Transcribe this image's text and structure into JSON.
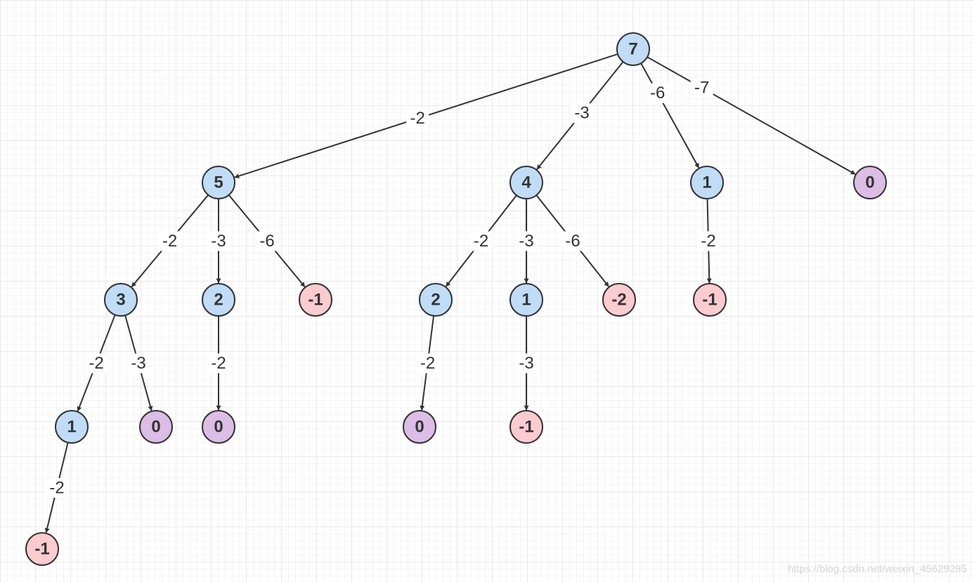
{
  "colors": {
    "positive": "#c0dcf7",
    "zero": "#dbbde6",
    "negative": "#fecbd0",
    "stroke": "#333333"
  },
  "tree": {
    "label": "7",
    "children": [
      {
        "edge": "-2",
        "label": "5",
        "children": [
          {
            "edge": "-2",
            "label": "3",
            "children": [
              {
                "edge": "-2",
                "label": "1",
                "children": [
                  {
                    "edge": "-2",
                    "label": "-1",
                    "children": []
                  }
                ]
              },
              {
                "edge": "-3",
                "label": "0",
                "children": []
              }
            ]
          },
          {
            "edge": "-3",
            "label": "2",
            "children": [
              {
                "edge": "-2",
                "label": "0",
                "children": []
              }
            ]
          },
          {
            "edge": "-6",
            "label": "-1",
            "children": []
          }
        ]
      },
      {
        "edge": "-3",
        "label": "4",
        "children": [
          {
            "edge": "-2",
            "label": "2",
            "children": [
              {
                "edge": "-2",
                "label": "0",
                "children": []
              }
            ]
          },
          {
            "edge": "-3",
            "label": "1",
            "children": [
              {
                "edge": "-3",
                "label": "-1",
                "children": []
              }
            ]
          },
          {
            "edge": "-6",
            "label": "-2",
            "children": []
          }
        ]
      },
      {
        "edge": "-6",
        "label": "1",
        "children": [
          {
            "edge": "-2",
            "label": "-1",
            "children": []
          }
        ]
      },
      {
        "edge": "-7",
        "label": "0",
        "children": []
      }
    ]
  },
  "watermark": "https://blog.csdn.net/weixin_45629285"
}
